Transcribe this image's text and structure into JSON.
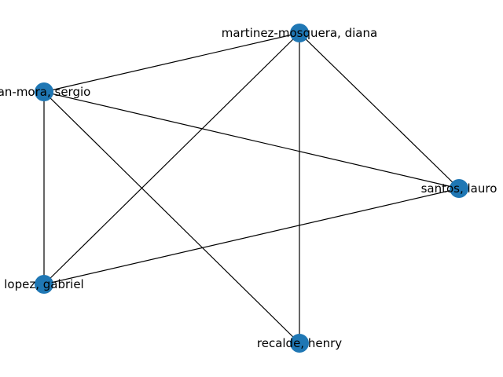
{
  "graph": {
    "node_color": "#1f77b4",
    "edge_color": "#000000",
    "nodes": [
      {
        "id": "martinez-mosquera, diana",
        "label": "martinez-mosquera, diana"
      },
      {
        "id": "an-mora, sergio",
        "label": "an-mora, sergio"
      },
      {
        "id": "santos, lauro",
        "label": "santos, lauro"
      },
      {
        "id": "lopez, gabriel",
        "label": "lopez, gabriel"
      },
      {
        "id": "recalde, henry",
        "label": "recalde, henry"
      }
    ],
    "edges": [
      [
        "martinez-mosquera, diana",
        "an-mora, sergio"
      ],
      [
        "martinez-mosquera, diana",
        "santos, lauro"
      ],
      [
        "martinez-mosquera, diana",
        "lopez, gabriel"
      ],
      [
        "martinez-mosquera, diana",
        "recalde, henry"
      ],
      [
        "an-mora, sergio",
        "santos, lauro"
      ],
      [
        "an-mora, sergio",
        "lopez, gabriel"
      ],
      [
        "an-mora, sergio",
        "recalde, henry"
      ],
      [
        "santos, lauro",
        "lopez, gabriel"
      ]
    ]
  }
}
